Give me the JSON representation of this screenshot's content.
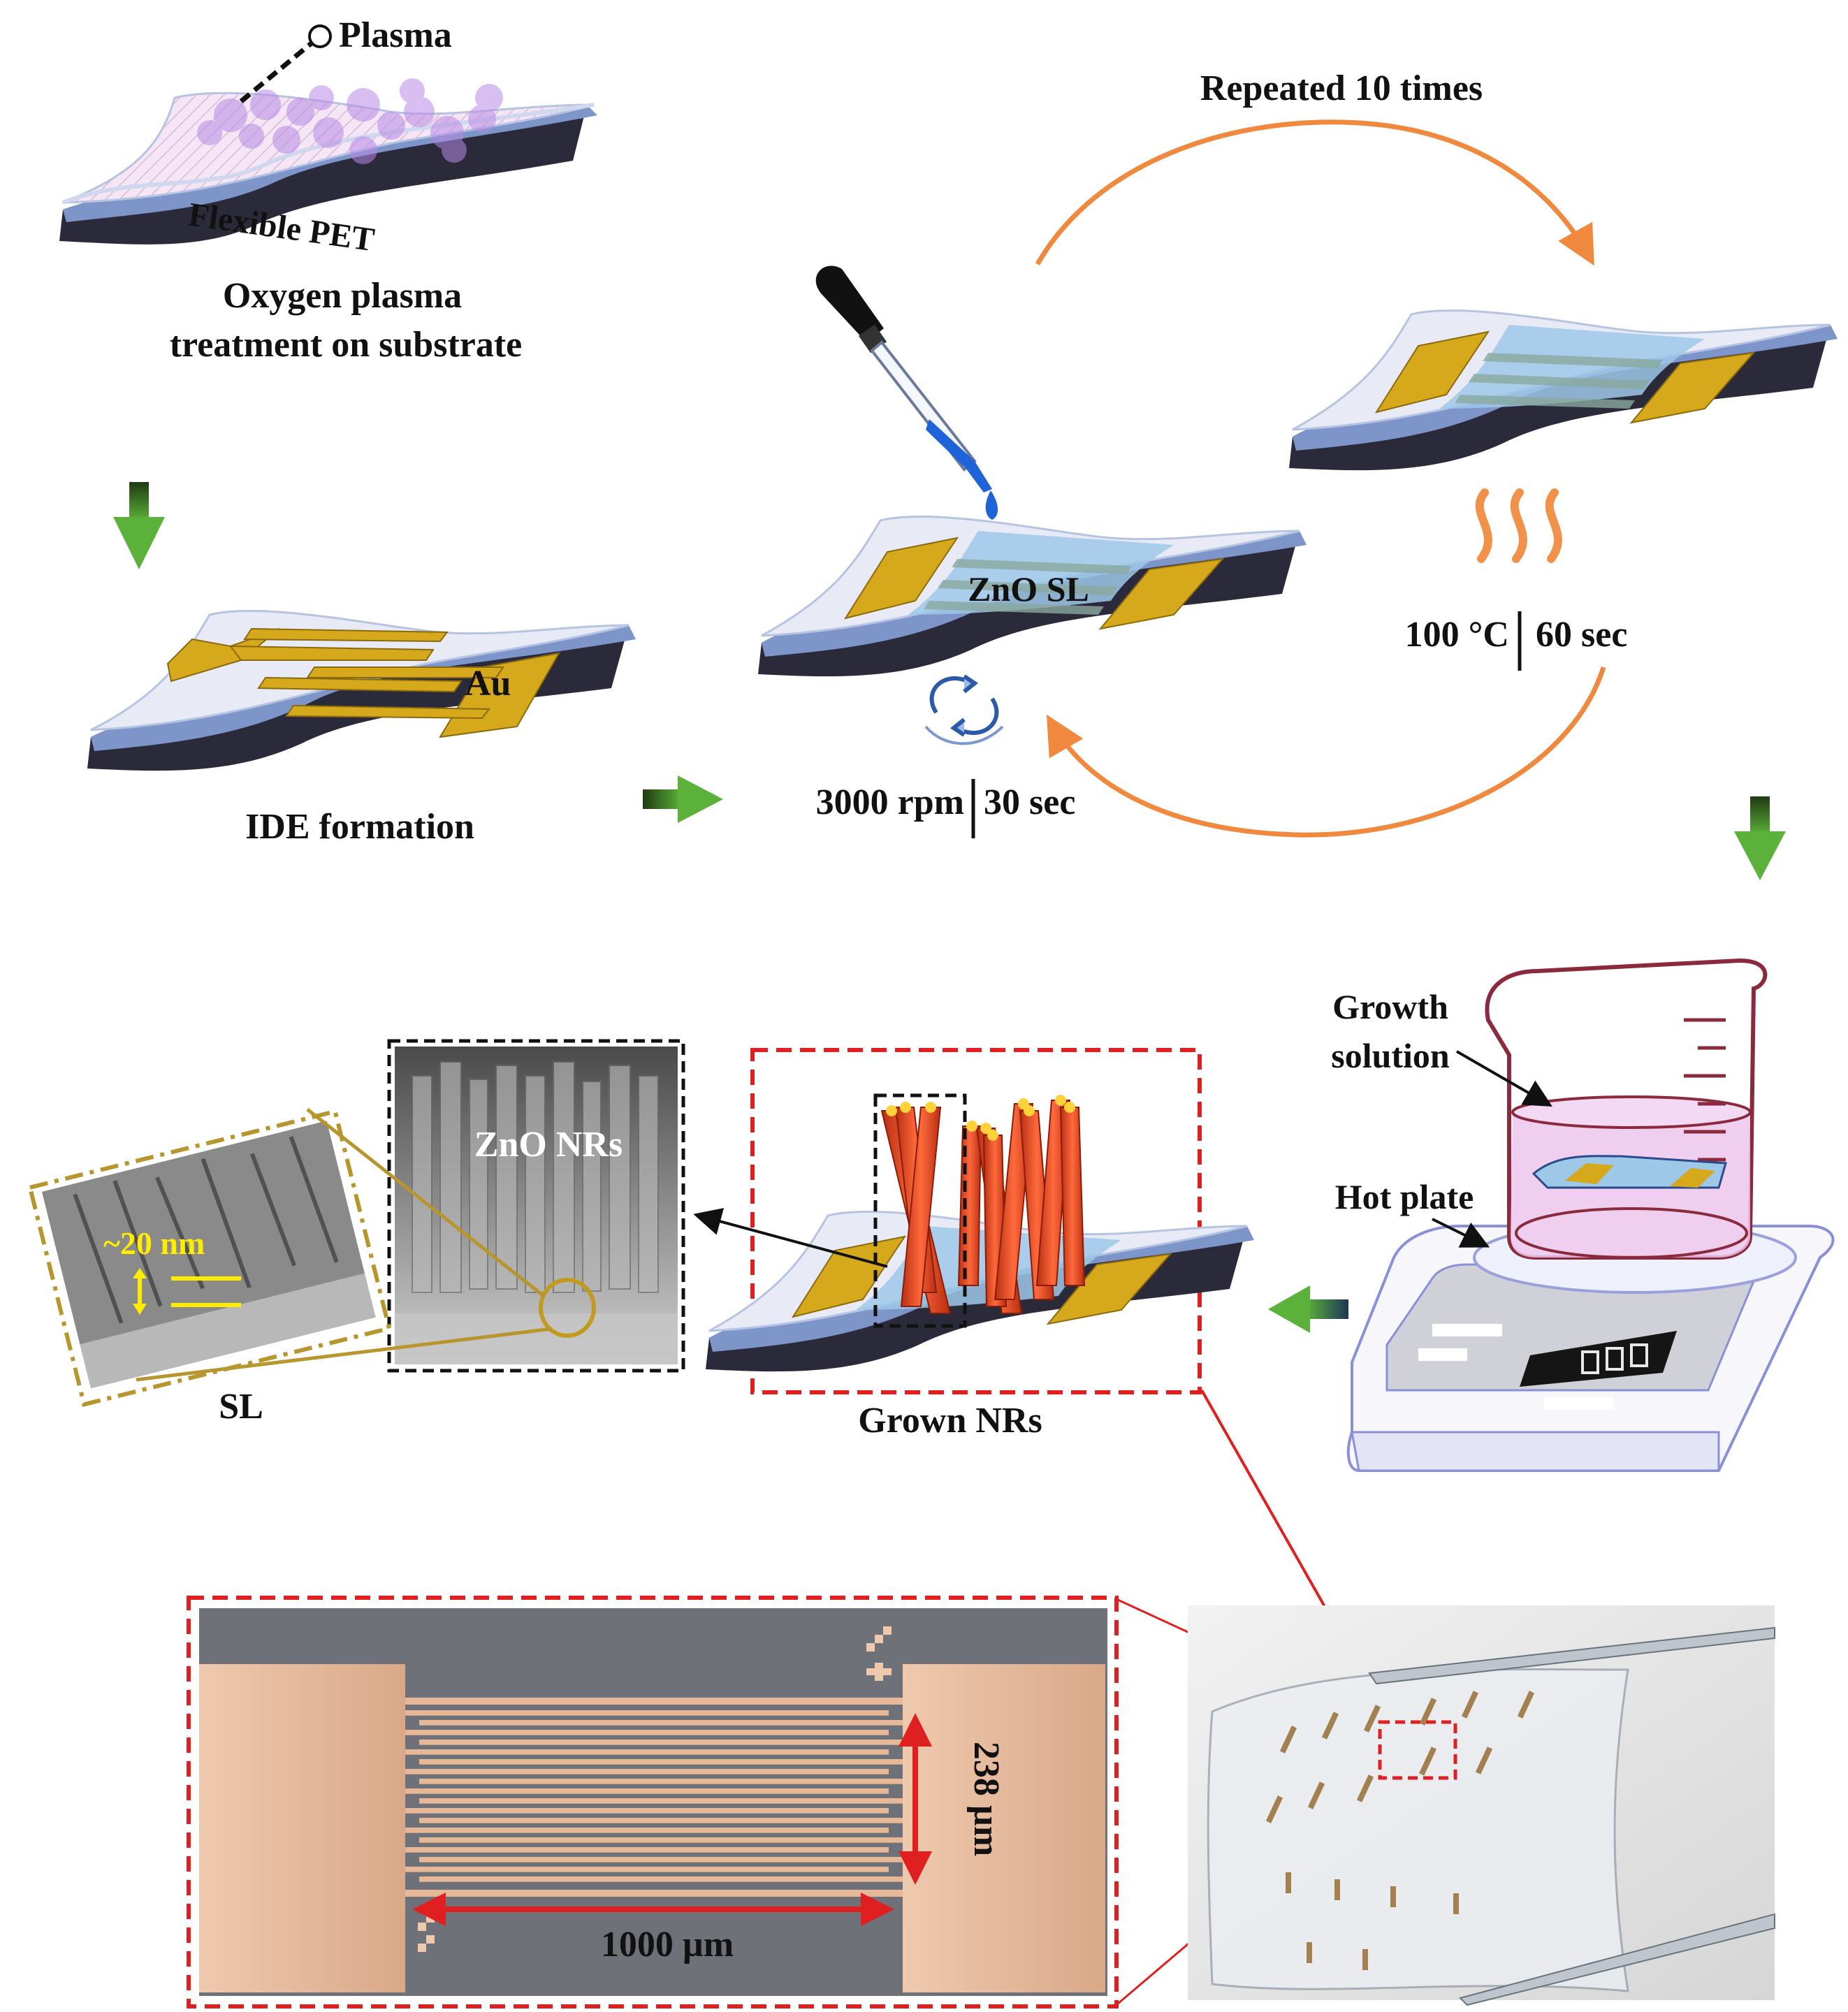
{
  "labels": {
    "plasma": "Plasma",
    "flexible_pet": "Flexible PET",
    "oxygen_plasma_line1": "Oxygen plasma",
    "oxygen_plasma_line2": "treatment on substrate",
    "au": "Au",
    "ide_formation": "IDE formation",
    "zno_sl": "ZnO SL",
    "spin_rpm": "3000 rpm",
    "spin_time": "30 sec",
    "repeated": "Repeated 10 times",
    "anneal_temp": "100 °C",
    "anneal_time": "60 sec",
    "growth_solution_line1": "Growth",
    "growth_solution_line2": "solution",
    "hot_plate": "Hot plate",
    "zno_nrs": "ZnO NRs",
    "grown_nrs": "Grown NRs",
    "sl": "SL",
    "sl_thickness": "~20 nm",
    "dim_width": "1000 µm",
    "dim_height": "238 µm"
  },
  "colors": {
    "substrate": "#dfe3f2",
    "substrate_edge": "#7d95c8",
    "gold": "#d6a81c",
    "zno_film": "#9dc8e8",
    "nanorod": "#f0522a",
    "orange_arrow": "#f0883e",
    "green_arrow": "#4f9b2c",
    "red_dash": "#e02020",
    "black_dash": "#111111",
    "gold_dash": "#b8962e",
    "beaker": "#8a2a3c",
    "solution": "#ecc6ec"
  }
}
